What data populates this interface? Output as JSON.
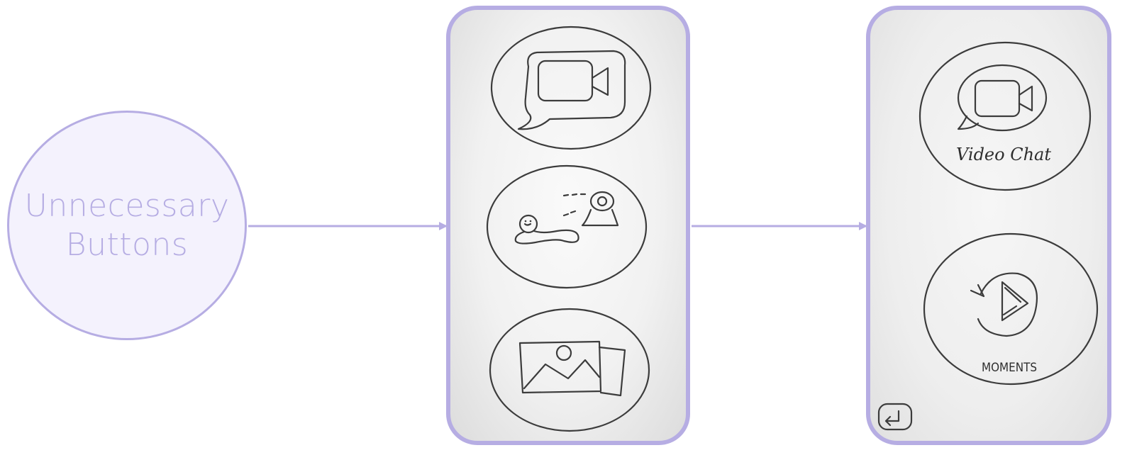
{
  "diagram": {
    "start_node": {
      "line1": "Unnecessary",
      "line2": "Buttons"
    },
    "phone_before": {
      "buttons": [
        {
          "icon": "video-chat-icon"
        },
        {
          "icon": "snail-camera-icon"
        },
        {
          "icon": "photo-gallery-icon"
        }
      ]
    },
    "phone_after": {
      "buttons": [
        {
          "icon": "video-chat-icon",
          "label": "Video Chat"
        },
        {
          "icon": "moments-replay-icon",
          "label": "MOMENTS"
        }
      ],
      "corner_icon": "back-return-icon"
    },
    "colors": {
      "accent": "#b6ade3",
      "node_fill": "#f4f2fd",
      "sketch_ink": "#3c3c3c"
    }
  }
}
